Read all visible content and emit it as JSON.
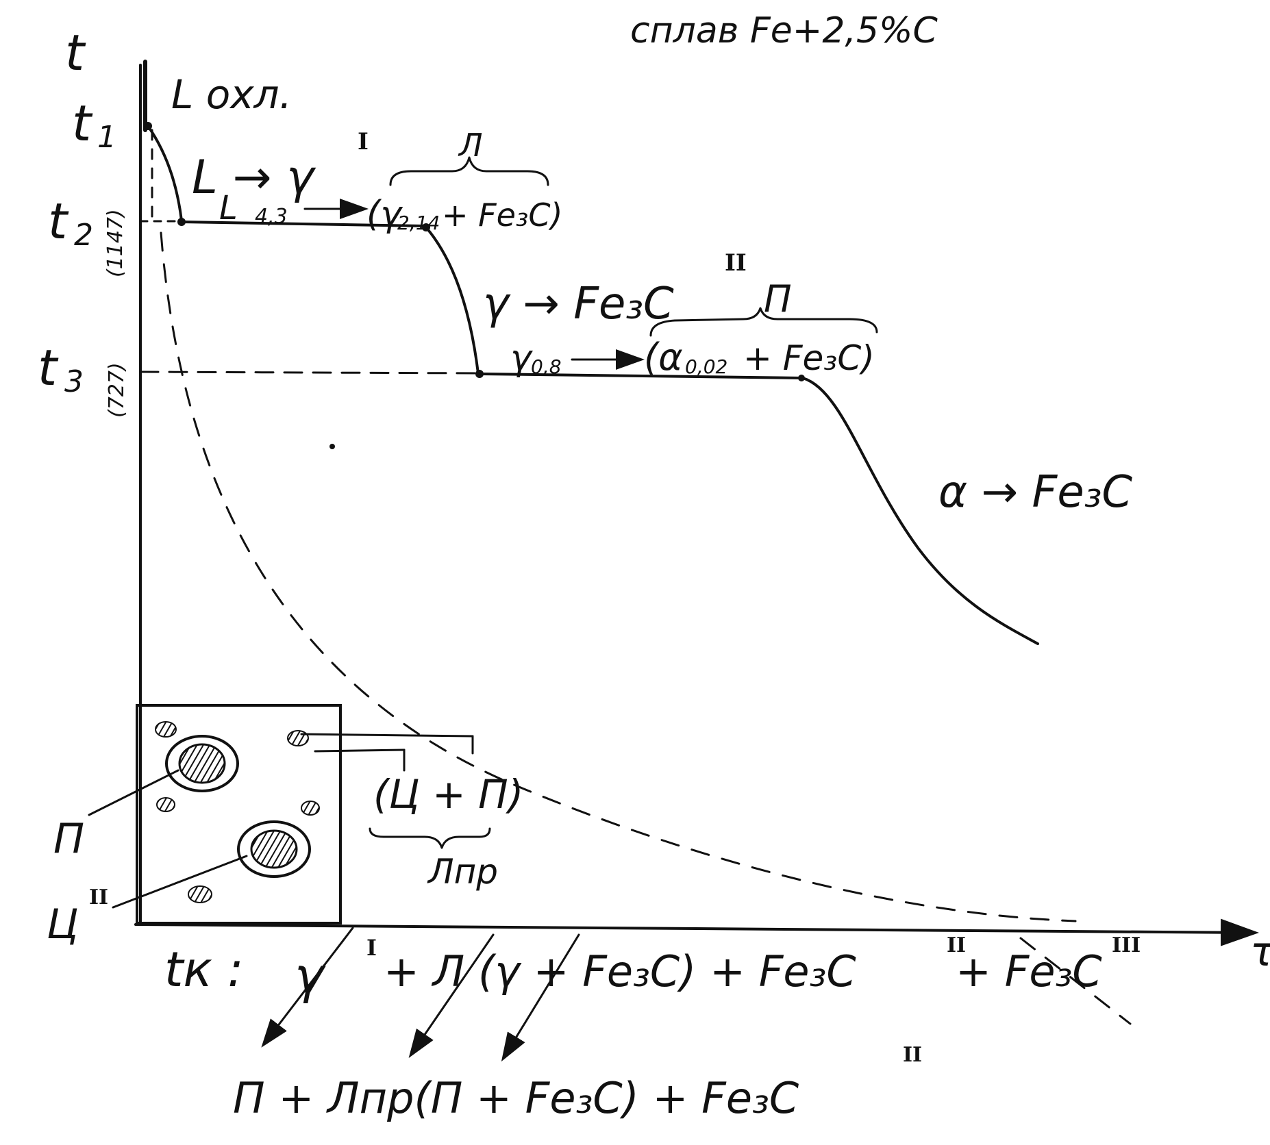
{
  "title": "сплав Fe+2,5%C",
  "axes": {
    "y_label": "t",
    "x_label": "τ",
    "t1": "t",
    "t1_sub": "1",
    "t2": "t",
    "t2_sub": "2",
    "t2_value": "(1147)",
    "t3": "t",
    "t3_sub": "3",
    "t3_value": "(727)"
  },
  "stages": {
    "liquid_cooling": "L охл.",
    "primary_crystallization": "L → γ",
    "primary_crystallization_sup": "I",
    "eutectic_brace": "Л",
    "eutectic_reaction_left": "L",
    "eutectic_reaction_left_sub": "4,3",
    "eutectic_reaction_right": "(γ",
    "eutectic_reaction_right_sub": "2,14",
    "eutectic_reaction_right_tail": "+ Fe₃C)",
    "secondary_cementite": "γ → Fe₃C",
    "secondary_cementite_sup": "II",
    "pearlite_brace": "П",
    "eutectoid_left": "γ",
    "eutectoid_left_sub": "0,8",
    "eutectoid_right": "(α",
    "eutectoid_right_sub": "0,02",
    "eutectoid_right_tail": "+ Fe₃C)",
    "tertiary": "α → Fe₃C"
  },
  "microstructure": {
    "label_pearlite": "П",
    "label_cementite": "Ц",
    "label_cementite_sup": "II",
    "ledeburite_formula": "(Ц + П)",
    "ledeburite_brace": "Лпр"
  },
  "final_structure": {
    "tk": "tк :",
    "line1_a": "γ",
    "line1_a_sup": "I",
    "line1_b": "+  Л (γ + Fe₃C) + Fe₃C",
    "line1_b_sup": "II",
    "line1_c": "+ Fe₃C",
    "line1_c_sup": "III",
    "line2_a": "П  +  Лпр(П  + Fe₃C) + Fe₃C",
    "line2_a_sup": "II"
  }
}
